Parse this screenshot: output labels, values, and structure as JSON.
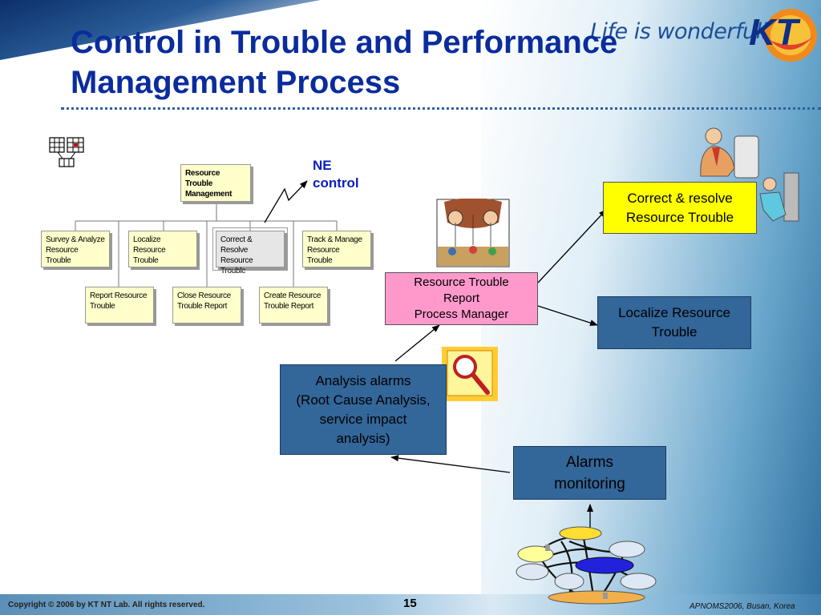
{
  "slide": {
    "title_line1": "Control in Trouble and Performance",
    "title_line2": "Management Process",
    "slogan": "Life is wonderfull",
    "logo_text": "KT"
  },
  "org_chart": {
    "root": "Resource Trouble Management",
    "row1": [
      "Survey & Analyze Resource Trouble",
      "Localize Resource Trouble",
      "Correct & Resolve Resource Trouble",
      "Track & Manage Resource Trouble"
    ],
    "row2": [
      "Report Resource Trouble",
      "Close Resource Trouble Report",
      "Create Resource Trouble Report"
    ]
  },
  "ne_control": {
    "line1": "NE",
    "line2": "control"
  },
  "boxes": {
    "correct": {
      "line1": "Correct & resolve",
      "line2": "Resource Trouble"
    },
    "manager": {
      "line1": "Resource Trouble",
      "line2": "Report",
      "line3": "Process Manager"
    },
    "localize": {
      "line1": "Localize Resource",
      "line2": "Trouble"
    },
    "analysis": {
      "line1": "Analysis alarms",
      "line2": "(Root Cause Analysis,",
      "line3": "service impact",
      "line4": "analysis)"
    },
    "alarms": {
      "line1": "Alarms",
      "line2": "monitoring"
    }
  },
  "footer": {
    "copyright": "Copyright © 2006 by KT NT Lab. All rights reserved.",
    "page": "15",
    "conference": "APNOMS2006, Busan, Korea"
  },
  "colors": {
    "title": "#0a2c9c",
    "yellow_box": "#ffff00",
    "blue_box": "#336699",
    "pink_box": "#ff99cc",
    "org_box": "#ffffcc"
  }
}
